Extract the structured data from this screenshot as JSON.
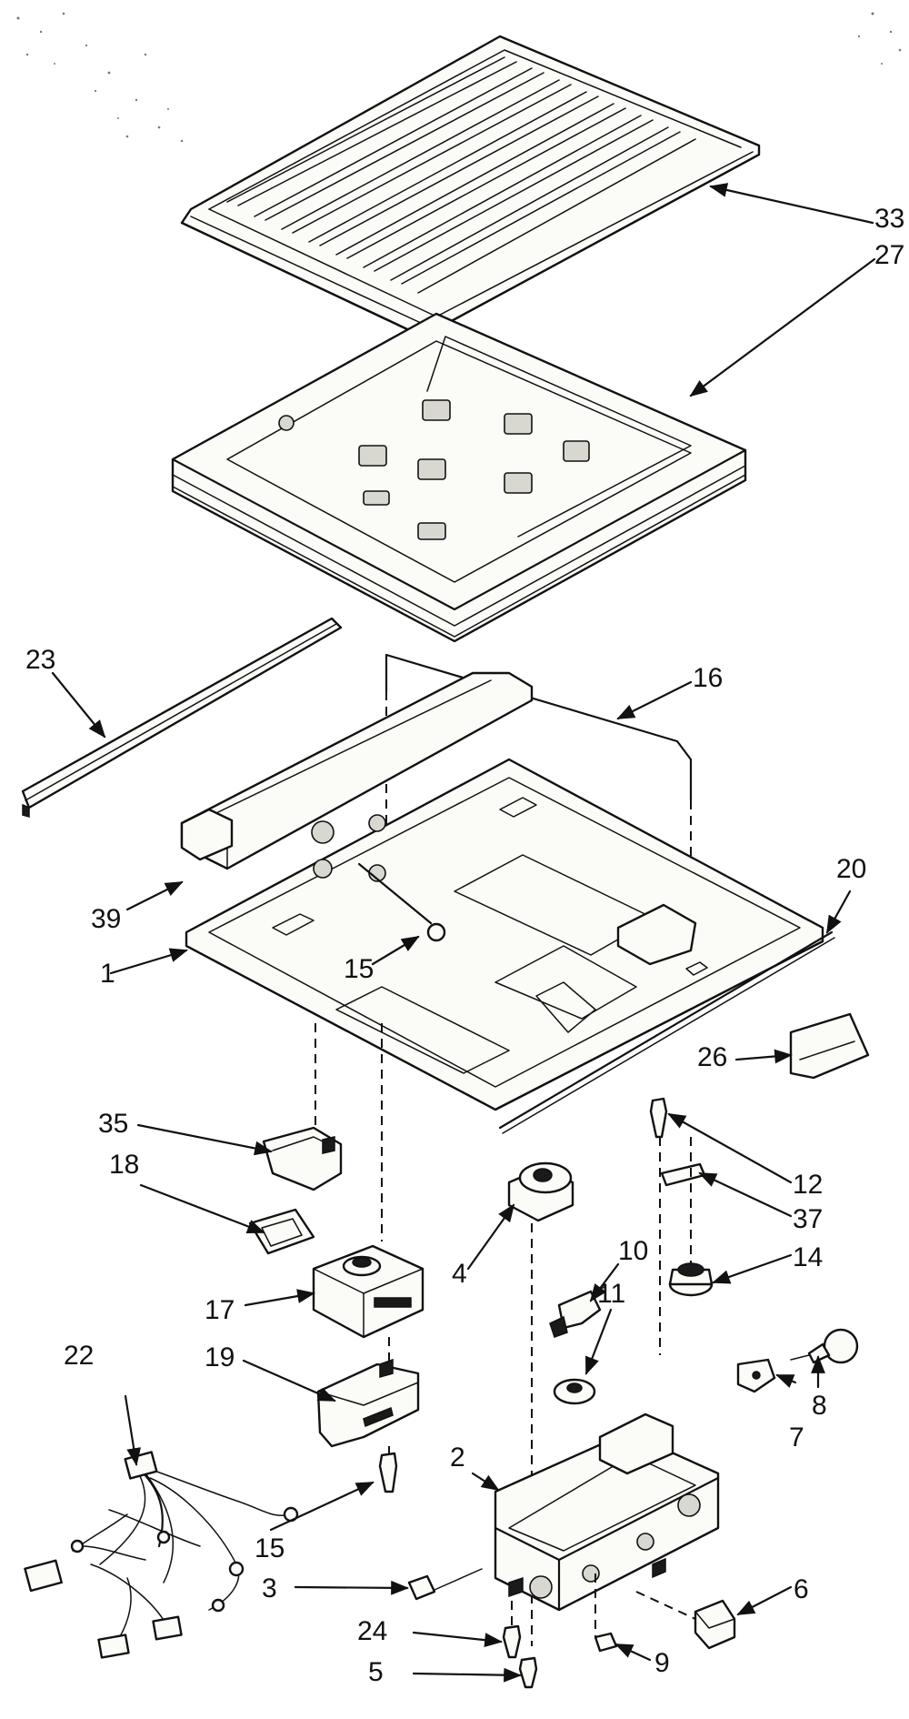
{
  "labels": {
    "p1": "1",
    "p2": "2",
    "p3": "3",
    "p4": "4",
    "p5": "5",
    "p6": "6",
    "p7": "7",
    "p8": "8",
    "p9": "9",
    "p10": "10",
    "p11": "11",
    "p12": "12",
    "p14": "14",
    "p15a": "15",
    "p15b": "15",
    "p16": "16",
    "p17": "17",
    "p18": "18",
    "p19": "19",
    "p20": "20",
    "p22": "22",
    "p23": "23",
    "p24": "24",
    "p26": "26",
    "p27": "27",
    "p33": "33",
    "p35": "35",
    "p37": "37",
    "p39": "39"
  }
}
